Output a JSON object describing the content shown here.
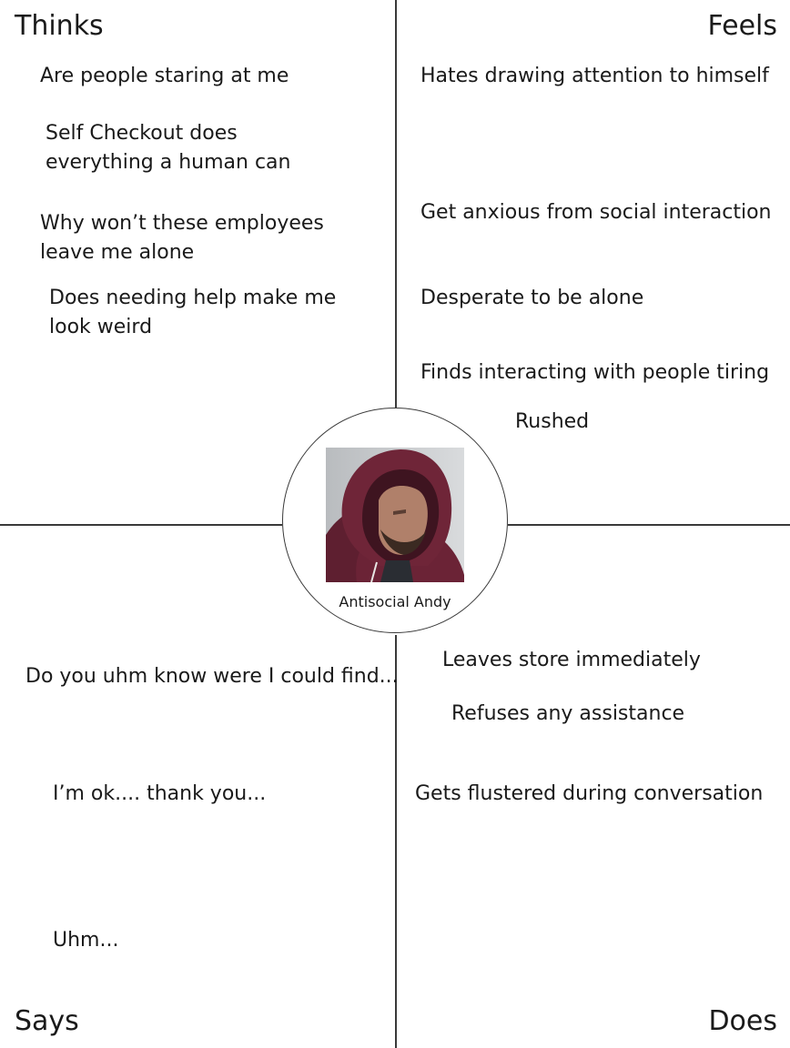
{
  "quadrants": {
    "thinks": {
      "title": "Thinks",
      "items": [
        "Are people staring at me",
        "Self Checkout does",
        "everything a human can",
        "Why won’t these employees",
        "leave me alone",
        "Does needing help make me",
        "look weird"
      ]
    },
    "feels": {
      "title": "Feels",
      "items": [
        "Hates drawing attention to himself",
        "Get anxious from social interaction",
        "Desperate to be alone",
        "Finds interacting with people tiring",
        "Rushed"
      ]
    },
    "says": {
      "title": "Says",
      "items": [
        "Do you uhm know were I could find...",
        "I’m ok.... thank you...",
        "Uhm..."
      ]
    },
    "does": {
      "title": "Does",
      "items": [
        "Leaves store immediately",
        "Refuses any assistance",
        "Gets flustered during conversation"
      ]
    }
  },
  "persona": {
    "name": "Antisocial Andy",
    "photo": "hooded-man-avatar"
  },
  "colors": {
    "line": "#3a3a3a",
    "text": "#1a1a1a",
    "hoodie": "#6b2336",
    "background": "#ffffff"
  }
}
